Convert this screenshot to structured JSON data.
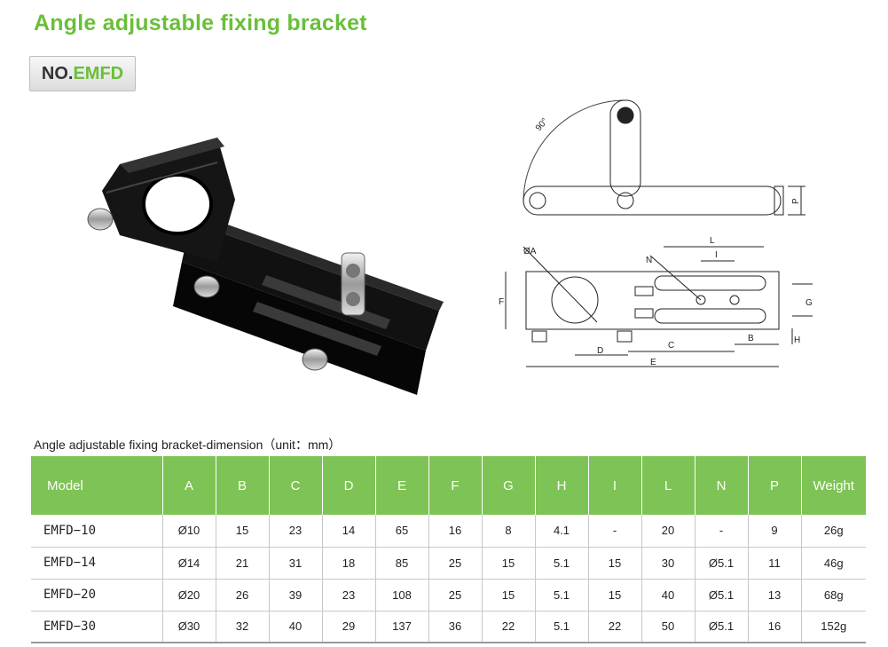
{
  "title": "Angle adjustable fixing bracket",
  "badge": {
    "prefix": "NO.",
    "code": "EMFD"
  },
  "drawing_labels": {
    "angle": "90°",
    "P": "P",
    "A": "ØA",
    "N": "N",
    "L": "L",
    "I": "I",
    "F": "F",
    "G": "G",
    "H": "H",
    "D": "D",
    "C": "C",
    "B": "B",
    "E": "E"
  },
  "colors": {
    "accent_green": "#7ec355",
    "title_green": "#6abf3a"
  },
  "table": {
    "caption": "Angle adjustable fixing bracket-dimension（unit：mm）",
    "headers": [
      "Model",
      "A",
      "B",
      "C",
      "D",
      "E",
      "F",
      "G",
      "H",
      "I",
      "L",
      "N",
      "P",
      "Weight"
    ],
    "rows": [
      [
        "EMFD−10",
        "Ø10",
        "15",
        "23",
        "14",
        "65",
        "16",
        "8",
        "4.1",
        "-",
        "20",
        "-",
        "9",
        "26g"
      ],
      [
        "EMFD−14",
        "Ø14",
        "21",
        "31",
        "18",
        "85",
        "25",
        "15",
        "5.1",
        "15",
        "30",
        "Ø5.1",
        "11",
        "46g"
      ],
      [
        "EMFD−20",
        "Ø20",
        "26",
        "39",
        "23",
        "108",
        "25",
        "15",
        "5.1",
        "15",
        "40",
        "Ø5.1",
        "13",
        "68g"
      ],
      [
        "EMFD−30",
        "Ø30",
        "32",
        "40",
        "29",
        "137",
        "36",
        "22",
        "5.1",
        "22",
        "50",
        "Ø5.1",
        "16",
        "152g"
      ]
    ]
  }
}
